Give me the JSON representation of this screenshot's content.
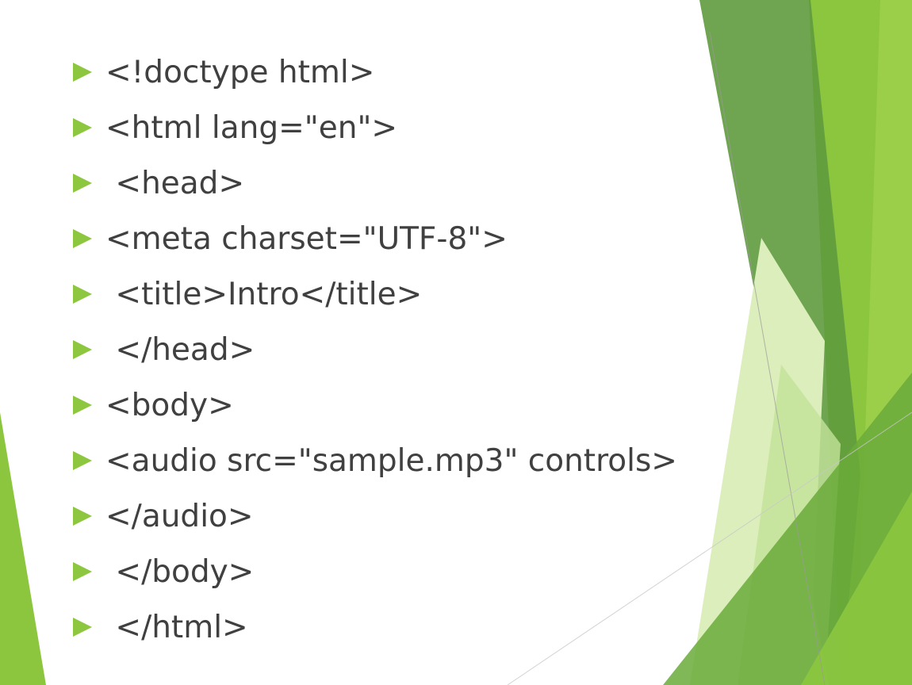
{
  "slide": {
    "bullet_icon": "triangle-right-icon",
    "bullet_color": "#8dc63f",
    "text_color": "#404040",
    "decor_colors": [
      "#5a8f3a",
      "#8cc63f",
      "#6aaa3a",
      "#dceebb",
      "#c3e29a"
    ],
    "bullets": [
      {
        "text": "<!doctype html>"
      },
      {
        "text": "<html lang=\"en\">"
      },
      {
        "text": " <head>"
      },
      {
        "text": "<meta charset=\"UTF-8\">"
      },
      {
        "text": " <title>Intro</title>"
      },
      {
        "text": " </head>"
      },
      {
        "text": "<body>"
      },
      {
        "text": "<audio src=\"sample.mp3\" controls>"
      },
      {
        "text": "</audio>"
      },
      {
        "text": " </body>"
      },
      {
        "text": " </html>"
      }
    ]
  }
}
